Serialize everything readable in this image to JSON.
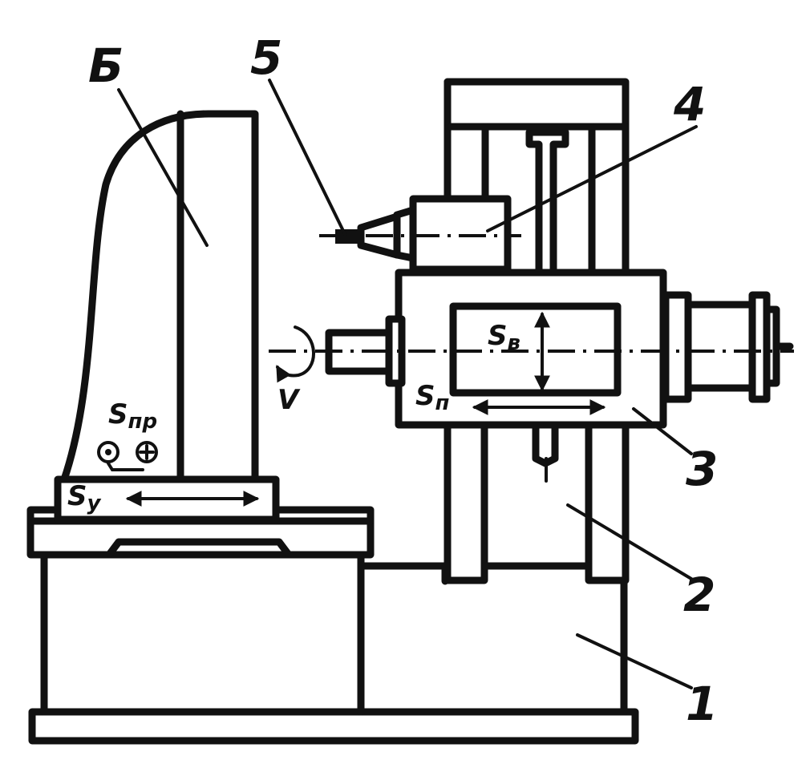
{
  "labels": {
    "part_1": "1",
    "part_2": "2",
    "part_3": "3",
    "part_4": "4",
    "part_5": "5",
    "part_6": "Б"
  },
  "feeds": {
    "s_letter": "S",
    "vertical_sub": "в",
    "horizontal_sub": "п",
    "longitudinal_sub": "пр",
    "transverse_sub": "у"
  },
  "rotation_label": "V"
}
